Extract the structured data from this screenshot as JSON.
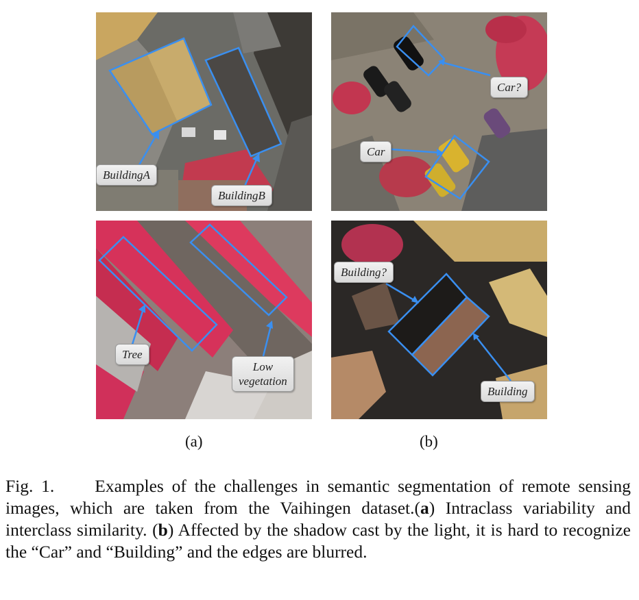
{
  "panels": {
    "a_top": {
      "labels": {
        "building_a": "BuildingA",
        "building_b": "BuildingB"
      }
    },
    "b_top": {
      "labels": {
        "car_q": "Car?",
        "car": "Car"
      }
    },
    "a_bottom": {
      "labels": {
        "tree": "Tree",
        "low_veg_line1": "Low",
        "low_veg_line2": "vegetation"
      }
    },
    "b_bottom": {
      "labels": {
        "building_q": "Building?",
        "building": "Building"
      }
    }
  },
  "subfigure_labels": {
    "a": "(a)",
    "b": "(b)"
  },
  "caption": {
    "prefix": "Fig. 1.",
    "text1": "Examples of the challenges in semantic segmentation of remote sensing images, which are taken from the Vaihingen dataset.(",
    "bold_a": "a",
    "text2": ") Intraclass variability and interclass similarity. (",
    "bold_b": "b",
    "text3": ") Affected by the shadow cast by the light, it is hard to recognize the “Car” and “Building” and the edges are blurred."
  },
  "colors": {
    "annotation_blue": "#3a8ff0",
    "vegetation_red": "#e0324f"
  }
}
